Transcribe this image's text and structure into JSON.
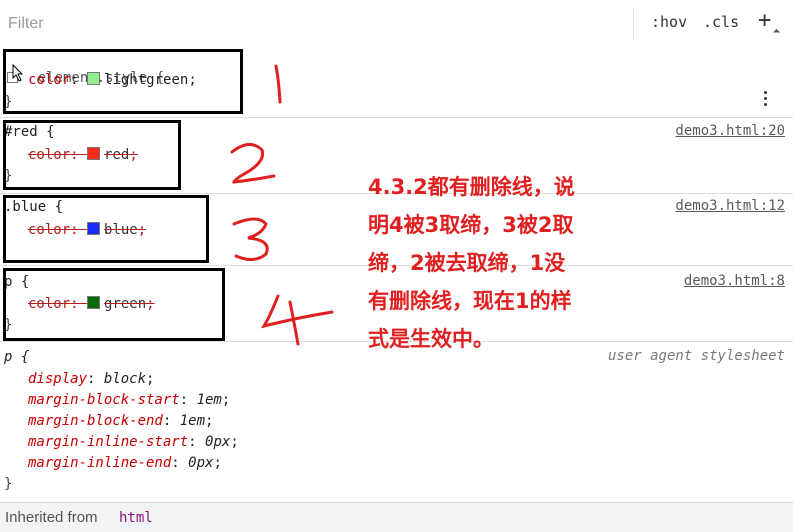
{
  "toolbar": {
    "filter_placeholder": "Filter",
    "hov_label": ":hov",
    "cls_label": ".cls",
    "add_label": "+"
  },
  "rules": {
    "element_style": {
      "selector": "element.style {",
      "prop": "color",
      "value": "lightgreen",
      "swatch": "#90ee90",
      "close": "}"
    },
    "red": {
      "selector": "#red {",
      "prop": "color",
      "value": "red",
      "swatch": "#ff2a1a",
      "source": "demo3.html:20",
      "close": "}"
    },
    "blue": {
      "selector": ".blue {",
      "prop": "color",
      "value": "blue",
      "swatch": "#1a2cff",
      "source": "demo3.html:12",
      "close": "}"
    },
    "p": {
      "selector": "p {",
      "prop": "color",
      "value": "green",
      "swatch": "#0a6a0a",
      "source": "demo3.html:8",
      "close": "}"
    },
    "ua": {
      "selector": "p {",
      "source": "user agent stylesheet",
      "declarations": [
        {
          "prop": "display",
          "value": "block"
        },
        {
          "prop": "margin-block-start",
          "value": "1em"
        },
        {
          "prop": "margin-block-end",
          "value": "1em"
        },
        {
          "prop": "margin-inline-start",
          "value": "0px"
        },
        {
          "prop": "margin-inline-end",
          "value": "0px"
        }
      ],
      "close": "}"
    }
  },
  "inherited": {
    "label": "Inherited from",
    "tag": "html"
  },
  "annotations": {
    "labels": [
      "1",
      "2",
      "3",
      "4"
    ],
    "note": "4.3.2都有删除线，说\n明4被3取缔，3被2取\n缔，2被去取缔，1没\n有删除线，现在1的样\n式是生效中。",
    "color": "#e02020"
  }
}
